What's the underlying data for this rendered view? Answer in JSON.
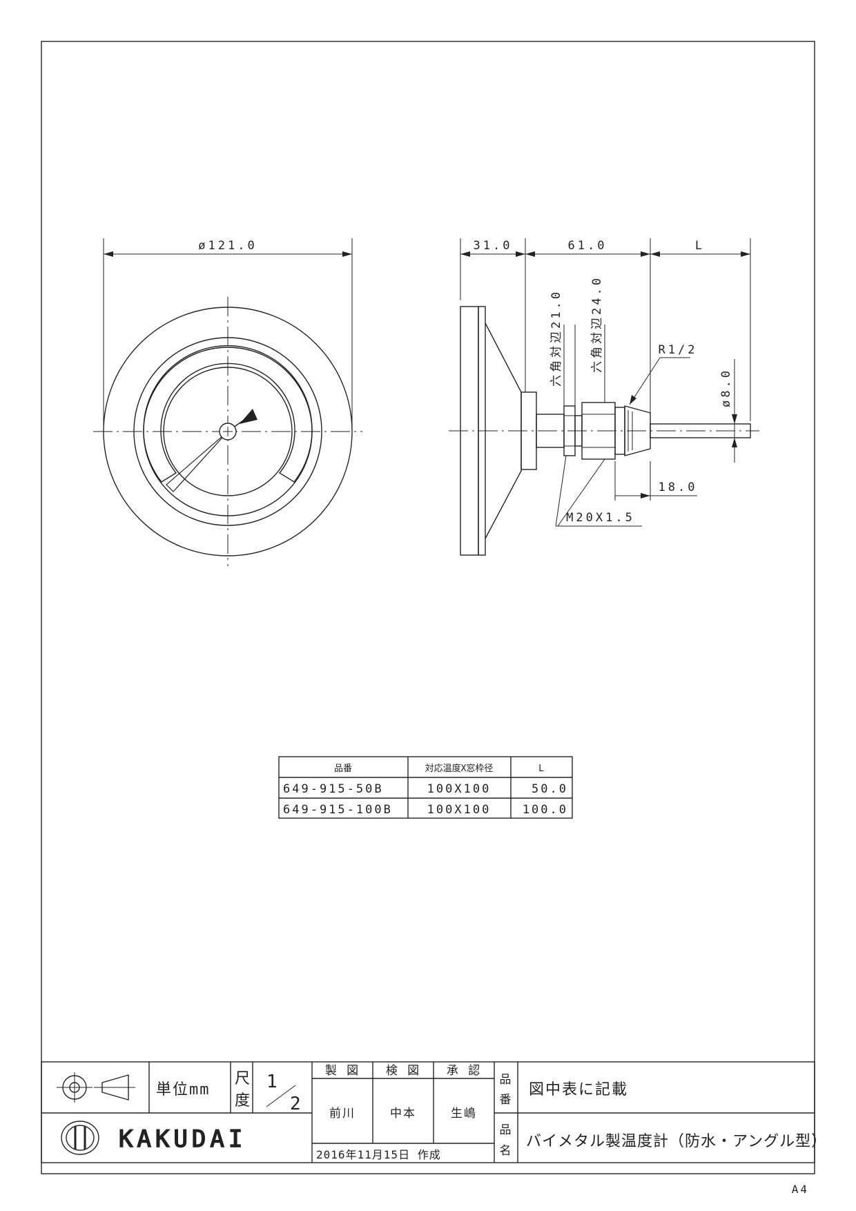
{
  "drawing": {
    "front_view": {
      "diameter_label": "ø121.0"
    },
    "side_view": {
      "dim_a": "31.0",
      "dim_b": "61.0",
      "dim_l": "L",
      "hex1": "六角対辺21.0",
      "hex2": "六角対辺24.0",
      "thread_r": "R1/2",
      "stem_dia": "ø8.0",
      "dim_18": "18.0",
      "thread_m": "M20X1.5"
    }
  },
  "parts_table": {
    "headers": [
      "品番",
      "対応温度X窓枠径",
      "L"
    ],
    "rows": [
      [
        "649-915-50B",
        "100X100",
        "50.0"
      ],
      [
        "649-915-100B",
        "100X100",
        "100.0"
      ]
    ]
  },
  "title_block": {
    "unit_label": "単位mm",
    "scale_label_1": "尺",
    "scale_label_2": "度",
    "scale_num": "1",
    "scale_den": "2",
    "col_drawn": "製 図",
    "col_checked": "検 図",
    "col_approved": "承 認",
    "name_drawn": "前川",
    "name_checked": "中本",
    "name_approved": "生嶋",
    "date_created": "2016年11月15日 作成",
    "part_no_label_1": "品",
    "part_no_label_2": "番",
    "part_no_value": "図中表に記載",
    "part_name_label_1": "品",
    "part_name_label_2": "名",
    "part_name_value": "バイメタル製温度計（防水・アングル型）",
    "company": "KAKUDAI",
    "sheet_size": "A4"
  }
}
